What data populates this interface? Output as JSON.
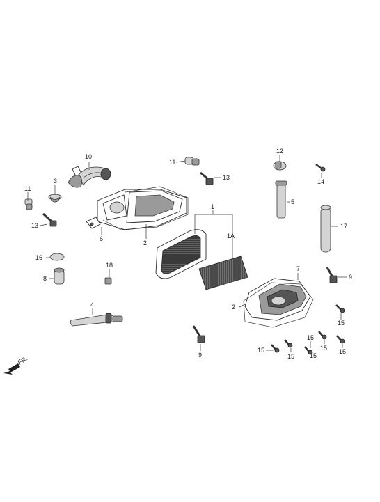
{
  "diagram": {
    "callouts": {
      "c1": "1",
      "c1A": "1A",
      "c2a": "2",
      "c2b": "2",
      "c3": "3",
      "c4": "4",
      "c5": "5",
      "c6": "6",
      "c7": "7",
      "c8": "8",
      "c9a": "9",
      "c9b": "9",
      "c10": "10",
      "c11a": "11",
      "c11b": "11",
      "c12": "12",
      "c13a": "13",
      "c13b": "13",
      "c14": "14",
      "c15a": "15",
      "c15b": "15",
      "c15c": "15",
      "c15d": "15",
      "c15e": "15",
      "c15f": "15",
      "c15g": "15",
      "c16": "16",
      "c17": "17",
      "c18": "18"
    },
    "direction_label": "FR."
  }
}
